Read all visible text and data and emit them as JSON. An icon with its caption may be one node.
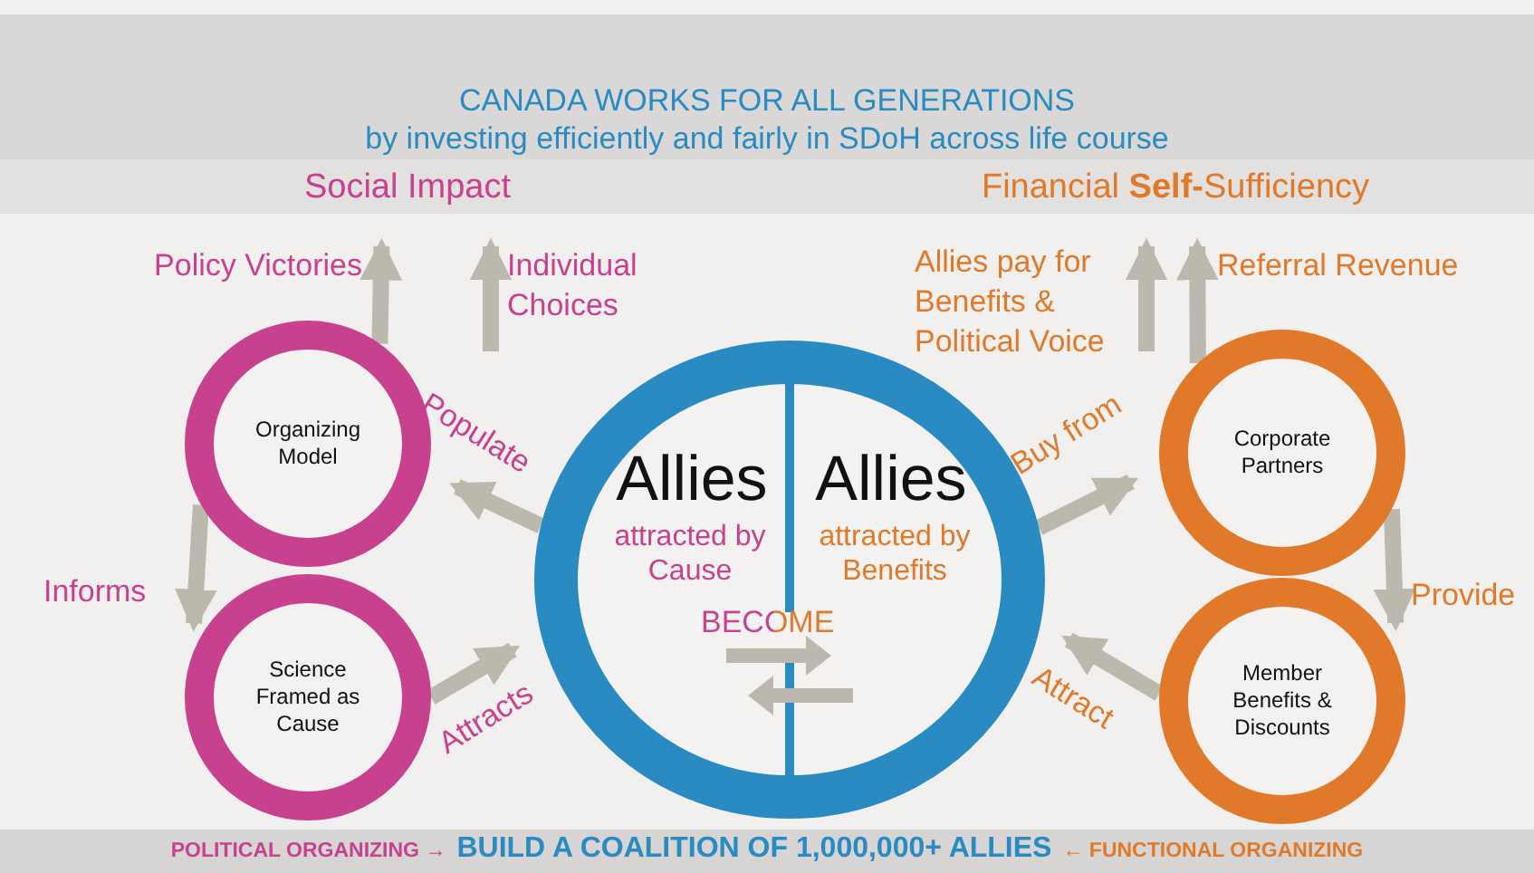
{
  "diagram": {
    "title": "CANADA WORKS FOR ALL GENERATIONS",
    "nodes": [
      {
        "text": [
          "Social Impact"
        ]
      },
      {
        "text": [
          "Financial **Self-**Sufficiency"
        ]
      },
      {
        "text": [
          "Organizing Model"
        ]
      },
      {
        "text": [
          "Science Framed as Cause"
        ]
      },
      {
        "text": [
          "Allies",
          "attracted by Cause",
          "Allies",
          "attracted by Benefits",
          "BECOME"
        ]
      },
      {
        "text": [
          "Corporate Partners"
        ]
      },
      {
        "text": [
          "Member Benefits & Discounts"
        ]
      }
    ],
    "edges": [
      {
        "from": 2,
        "to": 0,
        "arrow": "to",
        "label": "Policy Victories"
      },
      {
        "from": null,
        "to": 0,
        "arrow": "to",
        "label": "Individual Choices"
      },
      {
        "from": null,
        "to": 1,
        "arrow": "to",
        "label": "Allies pay for Benefits & Political Voice"
      },
      {
        "from": 5,
        "to": 1,
        "arrow": "to",
        "label": "Referral Revenue"
      },
      {
        "from": 2,
        "to": 3,
        "arrow": "to",
        "label": "Informs"
      },
      {
        "from": 4,
        "to": 2,
        "arrow": "to",
        "label": "Populate"
      },
      {
        "from": 3,
        "to": 4,
        "arrow": "to",
        "label": "Attracts"
      },
      {
        "from": 4,
        "to": 5,
        "arrow": "to",
        "label": "Buy from"
      },
      {
        "from": 5,
        "to": 6,
        "arrow": "to",
        "label": "Provide"
      },
      {
        "from": 6,
        "to": 4,
        "arrow": "to",
        "label": "Attract"
      }
    ],
    "labels": [
      "by investing efficiently and fairly in SDoH across life course",
      "POLITICAL ORGANIZING →",
      "BUILD A COALITION OF 1,000,000+ ALLIES",
      "← FUNCTIONAL ORGANIZING"
    ]
  }
}
